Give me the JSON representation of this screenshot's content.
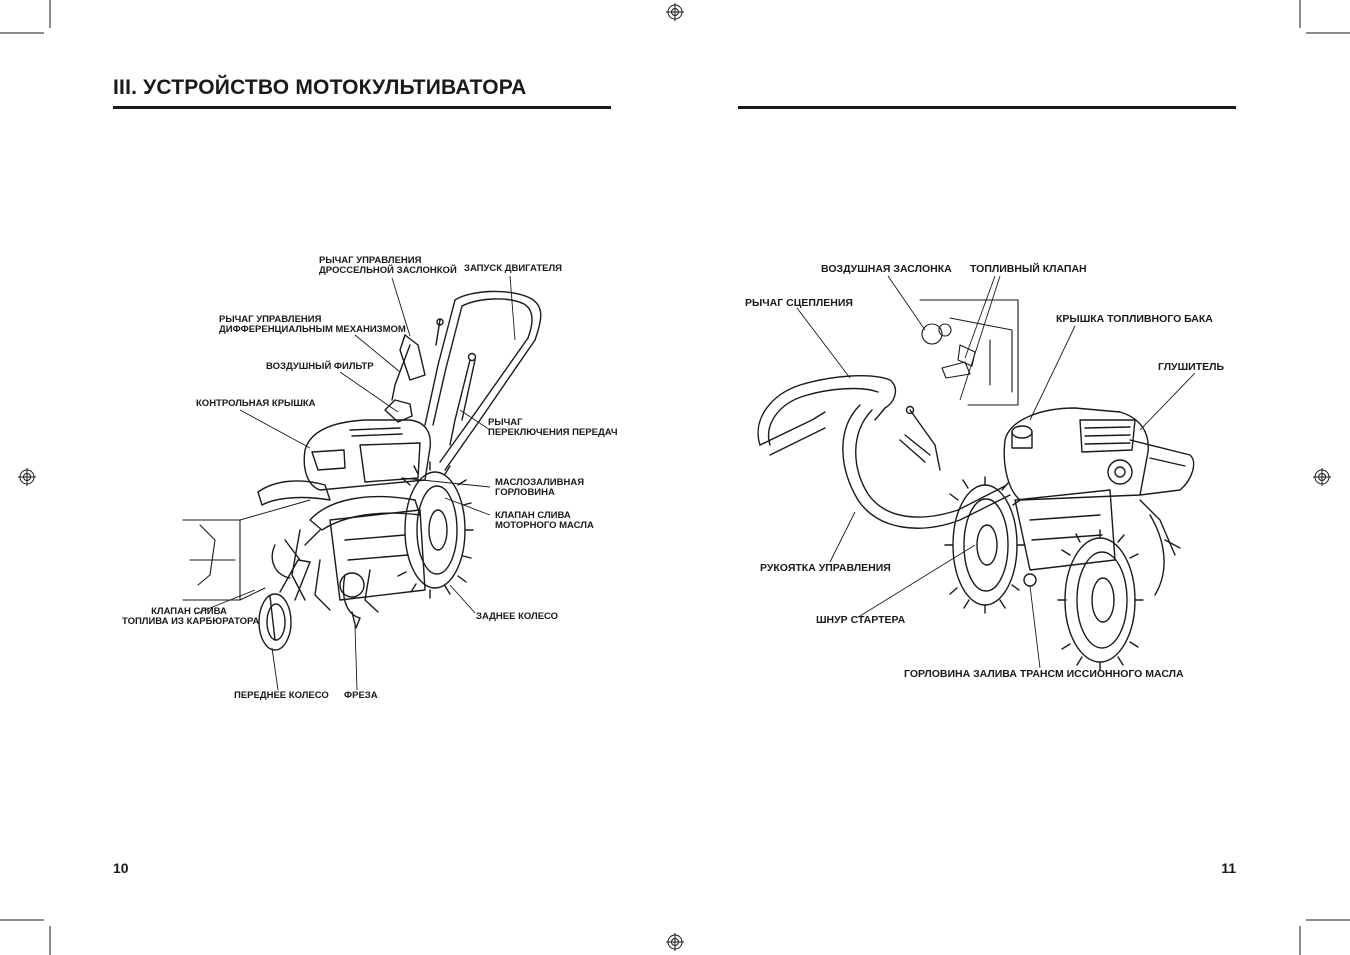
{
  "page": {
    "title": "III. УСТРОЙСТВО МОТОКУЛЬТИВАТОРА",
    "page_left": "10",
    "page_right": "11"
  },
  "left_labels": {
    "throttle_lever": [
      "РЫЧАГ УПРАВЛЕНИЯ",
      "ДРОССЕЛЬНОЙ ЗАСЛОНКОЙ"
    ],
    "engine_start": "ЗАПУСК ДВИГАТЕЛЯ",
    "diff_lever": [
      "РЫЧАГ УПРАВЛЕНИЯ",
      "ДИФФЕРЕНЦИАЛЬНЫМ МЕХАНИЗМОМ"
    ],
    "air_filter": "ВОЗДУШНЫЙ ФИЛЬТР",
    "control_cover": "КОНТРОЛЬНАЯ КРЫШКА",
    "gear_lever": [
      "РЫЧАГ",
      "ПЕРЕКЛЮЧЕНИЯ ПЕРЕДАЧ"
    ],
    "oil_filler": [
      "МАСЛОЗАЛИВНАЯ",
      "ГОРЛОВИНА"
    ],
    "oil_drain": [
      "КЛАПАН СЛИВА",
      "МОТОРНОГО МАСЛА"
    ],
    "carb_drain": [
      "КЛАПАН СЛИВА",
      "ТОПЛИВА ИЗ КАРБЮРАТОРА"
    ],
    "rear_wheel": "ЗАДНЕЕ КОЛЕСО",
    "front_wheel": "ПЕРЕДНЕЕ КОЛЕСО",
    "tiller": "ФРЕЗА"
  },
  "right_labels": {
    "choke": "ВОЗДУШНАЯ ЗАСЛОНКА",
    "fuel_valve": "ТОПЛИВНЫЙ КЛАПАН",
    "clutch_lever": "РЫЧАГ СЦЕПЛЕНИЯ",
    "tank_cap": "КРЫШКА ТОПЛИВНОГО БАКА",
    "muffler": "ГЛУШИТЕЛЬ",
    "handle": "РУКОЯТКА УПРАВЛЕНИЯ",
    "starter_cord": "ШНУР СТАРТЕРА",
    "trans_filler": "ГОРЛОВИНА ЗАЛИВА ТРАНСМ ИССИОННОГО МАСЛА"
  },
  "colors": {
    "ink": "#1a1a1a"
  }
}
